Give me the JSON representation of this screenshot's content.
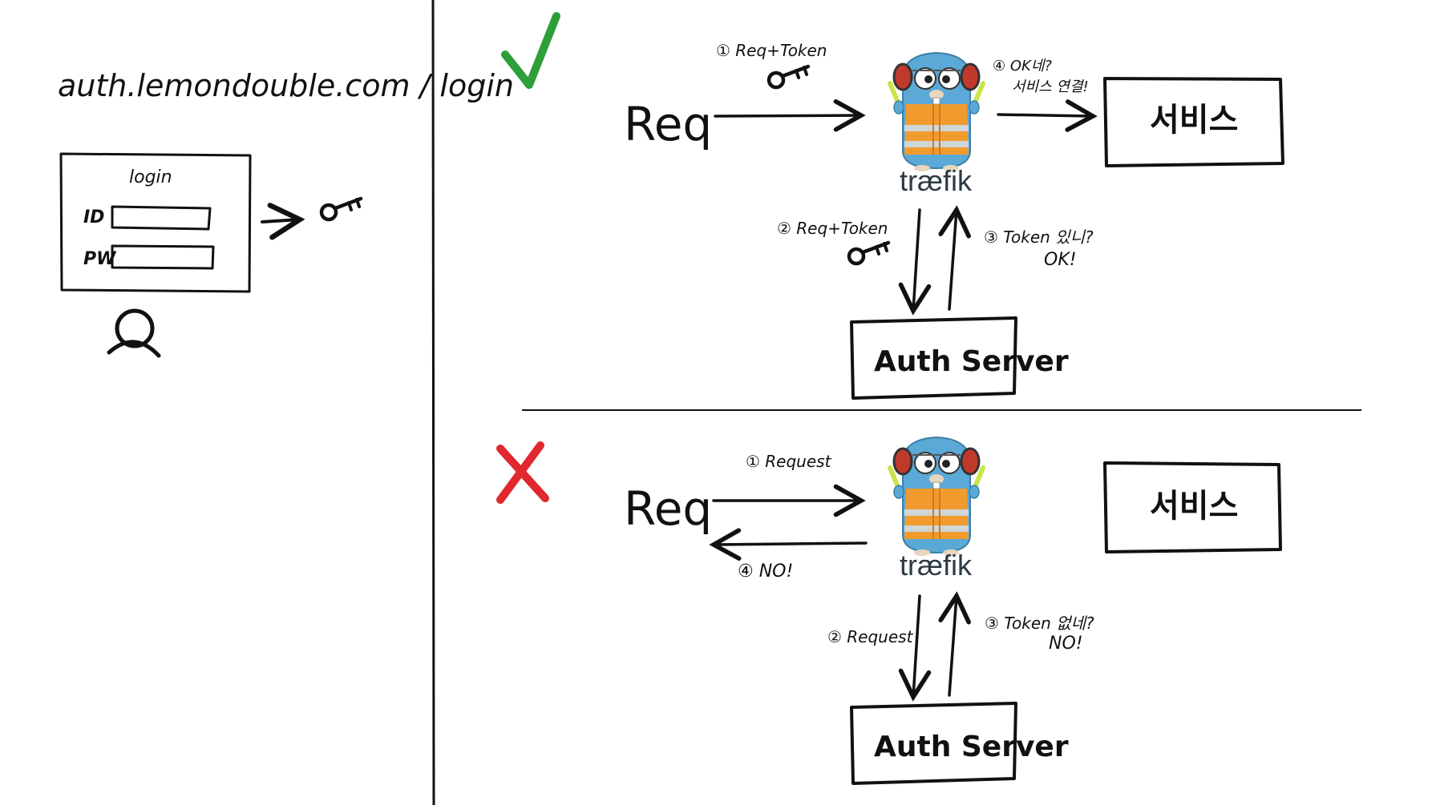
{
  "login_panel": {
    "url": "auth.lemondouble.com / login",
    "form_title": "login",
    "id_label": "ID",
    "pw_label": "PW"
  },
  "success_scenario": {
    "status_mark": "check",
    "status_color": "#2e9e3a",
    "client_label": "Req",
    "step1_label": "① Req+Token",
    "step2_label": "② Req+Token",
    "step3_line1": "③ Token 있니?",
    "step3_line2": "OK!",
    "step4_line1": "④ OK네?",
    "step4_line2": "서비스 연결!",
    "proxy_label": "træfik",
    "service_label": "서비스",
    "auth_label": "Auth Server"
  },
  "failure_scenario": {
    "status_mark": "cross",
    "status_color": "#e0282e",
    "client_label": "Req",
    "step1_label": "① Request",
    "step2_label": "② Request",
    "step3_line1": "③ Token 없네?",
    "step3_line2": "NO!",
    "step4_label": "④ NO!",
    "proxy_label": "træfik",
    "service_label": "서비스",
    "auth_label": "Auth Server"
  },
  "icons": {
    "key": "key-icon",
    "user": "user-icon",
    "mascot": "traefik-gopher-icon"
  },
  "colors": {
    "gopher_blue": "#5aa9d6",
    "vest_orange": "#f19a2e",
    "stripe_grey": "#cfd6d8",
    "ink": "#111111"
  }
}
